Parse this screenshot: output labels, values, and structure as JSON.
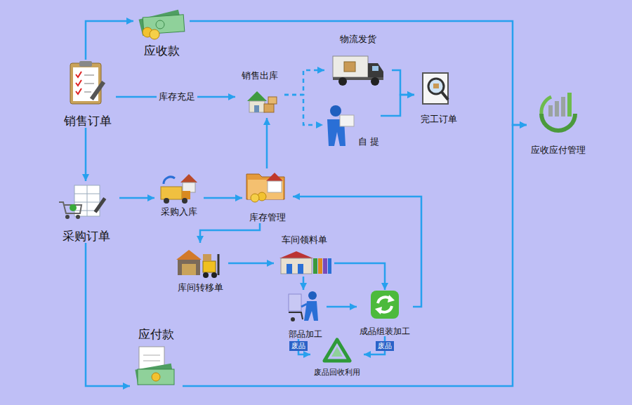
{
  "diagram": {
    "nodes": [
      {
        "text": [
          "应收款"
        ]
      },
      {
        "text": [
          "销售订单"
        ]
      },
      {
        "text": [
          "销售出库"
        ]
      },
      {
        "text": [
          "物流发货"
        ]
      },
      {
        "text": [
          "自 提"
        ]
      },
      {
        "text": [
          "完工订单"
        ]
      },
      {
        "text": [
          "应收应付管理"
        ]
      },
      {
        "text": [
          "采购订单"
        ]
      },
      {
        "text": [
          "采购入库"
        ]
      },
      {
        "text": [
          "库存管理"
        ]
      },
      {
        "text": [
          "库间转移单"
        ]
      },
      {
        "text": [
          "车间领料单"
        ]
      },
      {
        "text": [
          "部品加工"
        ]
      },
      {
        "text": [
          "成品组装加工"
        ]
      },
      {
        "text": [
          "废品回收利用"
        ]
      },
      {
        "text": [
          "应付款"
        ]
      }
    ],
    "edges": [
      {
        "from": 1,
        "to": 0,
        "arrow": "to"
      },
      {
        "from": 0,
        "to": 6,
        "arrow": "to"
      },
      {
        "from": 1,
        "to": 2,
        "label": "库存充足",
        "arrow": "to"
      },
      {
        "from": 2,
        "to": 3,
        "arrow": "to"
      },
      {
        "from": 2,
        "to": 4,
        "arrow": "to"
      },
      {
        "from": 3,
        "to": 5,
        "arrow": "to"
      },
      {
        "from": 4,
        "to": 5,
        "arrow": "to"
      },
      {
        "from": 1,
        "to": 7,
        "arrow": "to"
      },
      {
        "from": 7,
        "to": 8,
        "arrow": "to"
      },
      {
        "from": 8,
        "to": 9,
        "arrow": "to"
      },
      {
        "from": 9,
        "to": 2,
        "arrow": "to"
      },
      {
        "from": 9,
        "to": 10,
        "arrow": "to"
      },
      {
        "from": 10,
        "to": 11,
        "arrow": "to"
      },
      {
        "from": 11,
        "to": 12,
        "arrow": "to"
      },
      {
        "from": 11,
        "to": 13,
        "arrow": "to"
      },
      {
        "from": 12,
        "to": 13,
        "arrow": "to"
      },
      {
        "from": 13,
        "to": 9,
        "arrow": "to"
      },
      {
        "from": 12,
        "to": 14,
        "label": "废品",
        "arrow": "to"
      },
      {
        "from": 13,
        "to": 14,
        "label": "废品",
        "arrow": "to"
      },
      {
        "from": 7,
        "to": 15,
        "arrow": "to"
      },
      {
        "from": 15,
        "to": 6,
        "arrow": "to"
      }
    ]
  }
}
